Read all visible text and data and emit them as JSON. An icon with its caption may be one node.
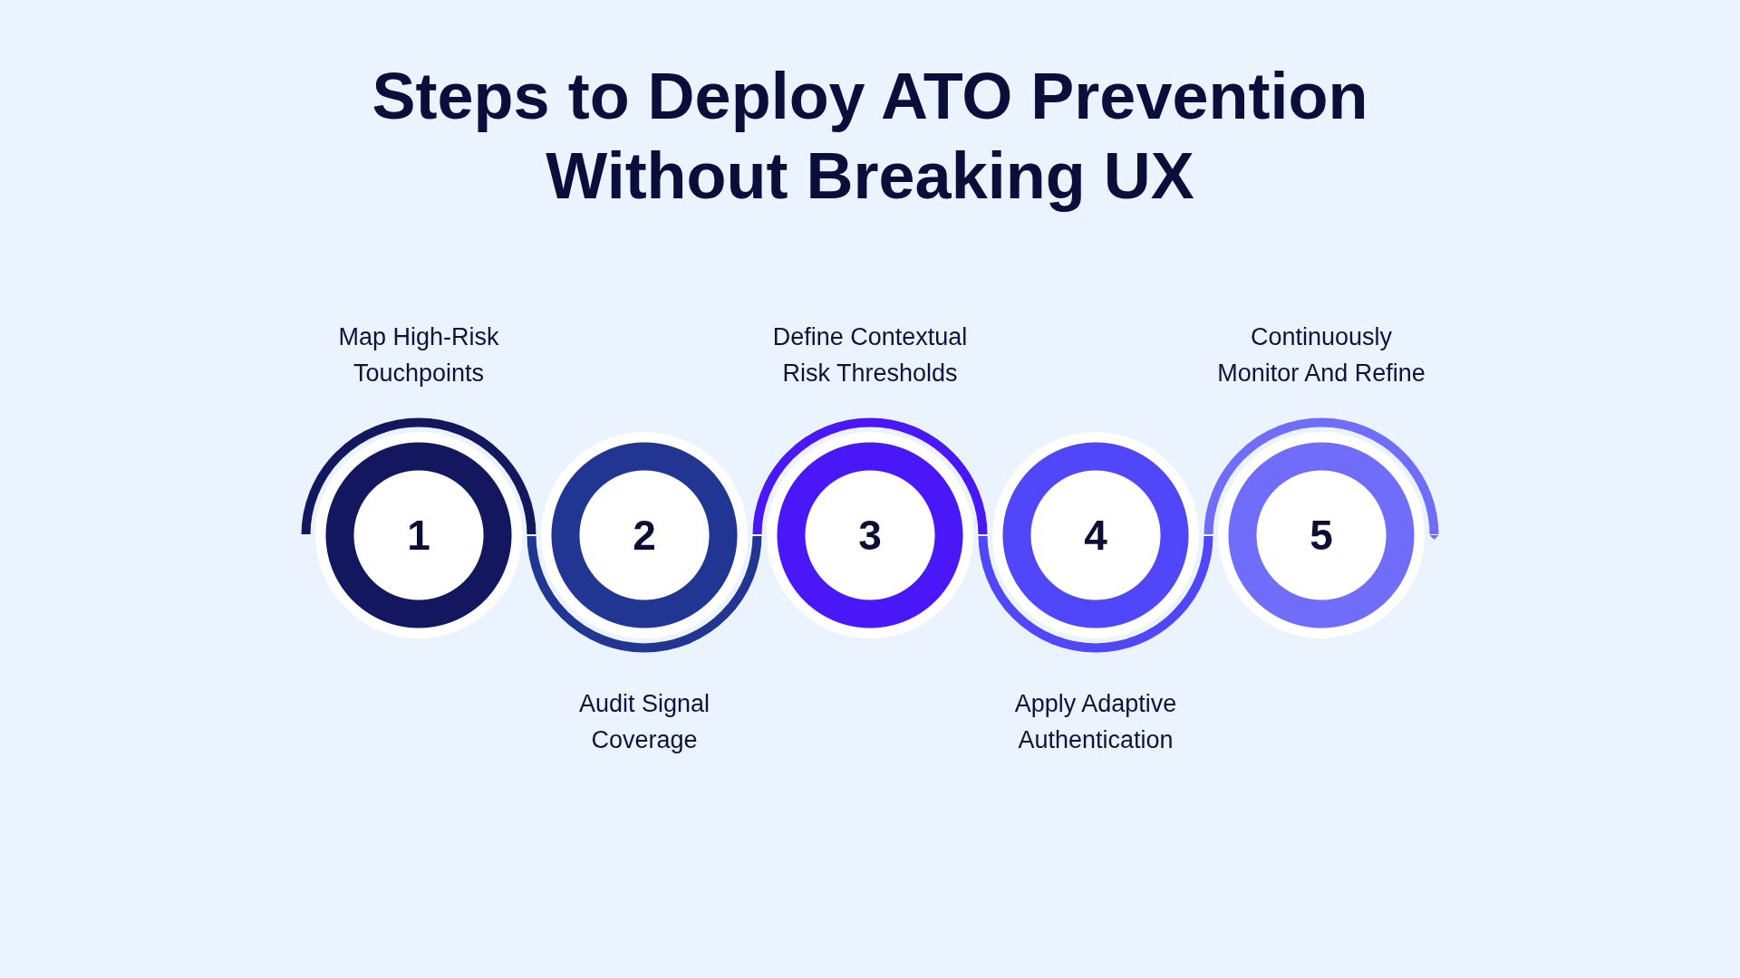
{
  "diagram": {
    "title": "Steps to Deploy ATO Prevention Without Breaking UX",
    "nodes": [
      {
        "text": [
          "1"
        ],
        "beside": [
          "Map High-Risk Touchpoints"
        ]
      },
      {
        "text": [
          "2"
        ],
        "beside": [
          "Audit Signal Coverage"
        ]
      },
      {
        "text": [
          "3"
        ],
        "beside": [
          "Define Contextual Risk Thresholds"
        ]
      },
      {
        "text": [
          "4"
        ],
        "beside": [
          "Apply Adaptive Authentication"
        ]
      },
      {
        "text": [
          "5"
        ],
        "beside": [
          "Continuously Monitor And Refine"
        ]
      }
    ],
    "edges": [
      {
        "from": 0,
        "to": 1,
        "arrow": "none"
      },
      {
        "from": 1,
        "to": 2,
        "arrow": "none"
      },
      {
        "from": 2,
        "to": 3,
        "arrow": "none"
      },
      {
        "from": 3,
        "to": 4,
        "arrow": "to"
      }
    ]
  }
}
